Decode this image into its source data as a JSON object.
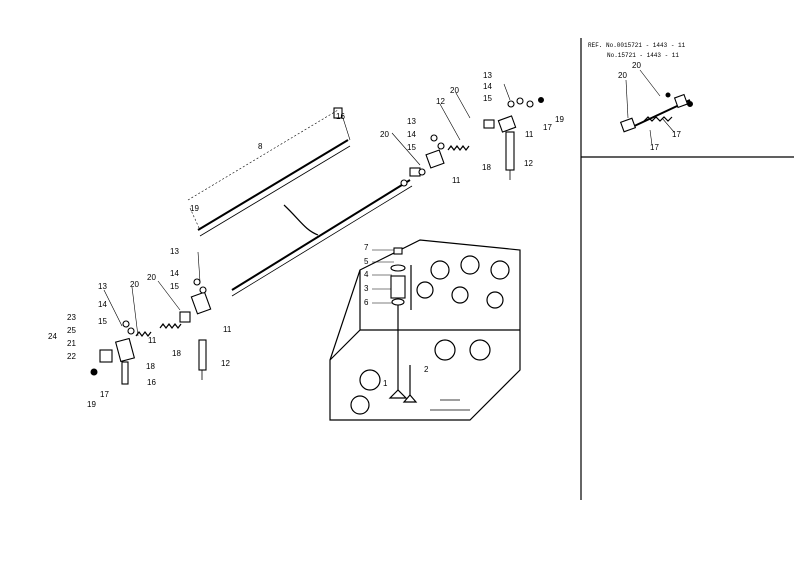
{
  "ref_note": {
    "line1": "REF. No.0015721 - 1443 - 11",
    "line2": "No.15721 - 1443 - 11"
  },
  "callouts": [
    {
      "id": "c13a",
      "text": "13"
    },
    {
      "id": "c14a",
      "text": "14"
    },
    {
      "id": "c15a",
      "text": "15"
    },
    {
      "id": "c17a",
      "text": "17"
    },
    {
      "id": "c19a",
      "text": "19"
    },
    {
      "id": "c20a",
      "text": "20"
    },
    {
      "id": "c11a",
      "text": "11"
    },
    {
      "id": "c12a",
      "text": "12"
    },
    {
      "id": "c20b",
      "text": "20"
    },
    {
      "id": "c13b",
      "text": "13"
    },
    {
      "id": "c14b",
      "text": "14"
    },
    {
      "id": "c15b",
      "text": "15"
    },
    {
      "id": "c18a",
      "text": "18"
    },
    {
      "id": "c11b",
      "text": "11"
    },
    {
      "id": "c12b",
      "text": "12"
    },
    {
      "id": "c16a",
      "text": "16"
    },
    {
      "id": "c8a",
      "text": "8"
    },
    {
      "id": "c19b",
      "text": "19"
    },
    {
      "id": "c13c",
      "text": "13"
    },
    {
      "id": "c14c",
      "text": "14"
    },
    {
      "id": "c15c",
      "text": "15"
    },
    {
      "id": "c20c",
      "text": "20"
    },
    {
      "id": "c11c",
      "text": "11"
    },
    {
      "id": "c12c",
      "text": "12"
    },
    {
      "id": "c18b",
      "text": "18"
    },
    {
      "id": "c13d",
      "text": "13"
    },
    {
      "id": "c14d",
      "text": "14"
    },
    {
      "id": "c15d",
      "text": "15"
    },
    {
      "id": "c20d",
      "text": "20"
    },
    {
      "id": "c11d",
      "text": "11"
    },
    {
      "id": "c18c",
      "text": "18"
    },
    {
      "id": "c16b",
      "text": "16"
    },
    {
      "id": "c17b",
      "text": "17"
    },
    {
      "id": "c19c",
      "text": "19"
    },
    {
      "id": "c21a",
      "text": "21"
    },
    {
      "id": "c22a",
      "text": "22"
    },
    {
      "id": "c23a",
      "text": "23"
    },
    {
      "id": "c24a",
      "text": "24"
    },
    {
      "id": "c25a",
      "text": "25"
    },
    {
      "id": "c7a",
      "text": "7"
    },
    {
      "id": "c5a",
      "text": "5"
    },
    {
      "id": "c4a",
      "text": "4"
    },
    {
      "id": "c3a",
      "text": "3"
    },
    {
      "id": "c6a",
      "text": "6"
    },
    {
      "id": "c2a",
      "text": "2"
    },
    {
      "id": "c1a",
      "text": "1"
    },
    {
      "id": "c20e",
      "text": "20"
    },
    {
      "id": "c20f",
      "text": "20"
    },
    {
      "id": "c17c",
      "text": "17"
    },
    {
      "id": "c17d",
      "text": "17"
    }
  ]
}
